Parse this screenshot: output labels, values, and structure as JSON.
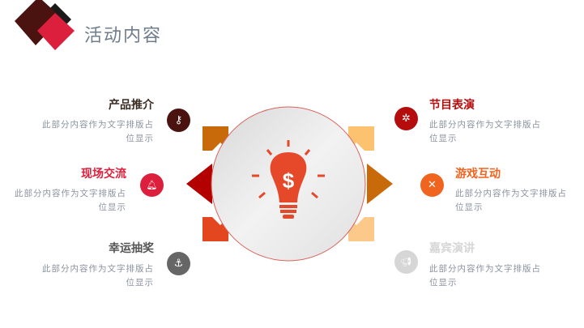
{
  "header": {
    "title": "活动内容"
  },
  "items": [
    {
      "title": "产品推介",
      "body": "此部分内容作为文字排版占位显示",
      "icon": "key-icon",
      "glyph": "⚷",
      "color": "#4a1310",
      "title_color": "#3a2a22"
    },
    {
      "title": "现场交流",
      "body": "此部分内容作为文字排版占位显示",
      "icon": "bell-icon",
      "glyph": "🔔︎",
      "color": "#dc1f3c",
      "title_color": "#dc1f3c"
    },
    {
      "title": "幸运抽奖",
      "body": "此部分内容作为文字排版占位显示",
      "icon": "anchor-icon",
      "glyph": "⚓︎",
      "color": "#666666",
      "title_color": "#555555"
    },
    {
      "title": "节目表演",
      "body": "此部分内容作为文字排版占位显示",
      "icon": "sparkle-icon",
      "glyph": "✲",
      "color": "#b50d0d",
      "title_color": "#b50d0d"
    },
    {
      "title": "游戏互动",
      "body": "此部分内容作为文字排版占位显示",
      "icon": "cross-icon",
      "glyph": "✕",
      "color": "#f0641f",
      "title_color": "#f0641f"
    },
    {
      "title": "嘉宾演讲",
      "body": "此部分内容作为文字排版占位显示",
      "icon": "megaphone-icon",
      "glyph": "📢︎",
      "color": "#d6d6d6",
      "title_color": "#d6d6d6"
    }
  ],
  "center": {
    "symbol": "$"
  }
}
